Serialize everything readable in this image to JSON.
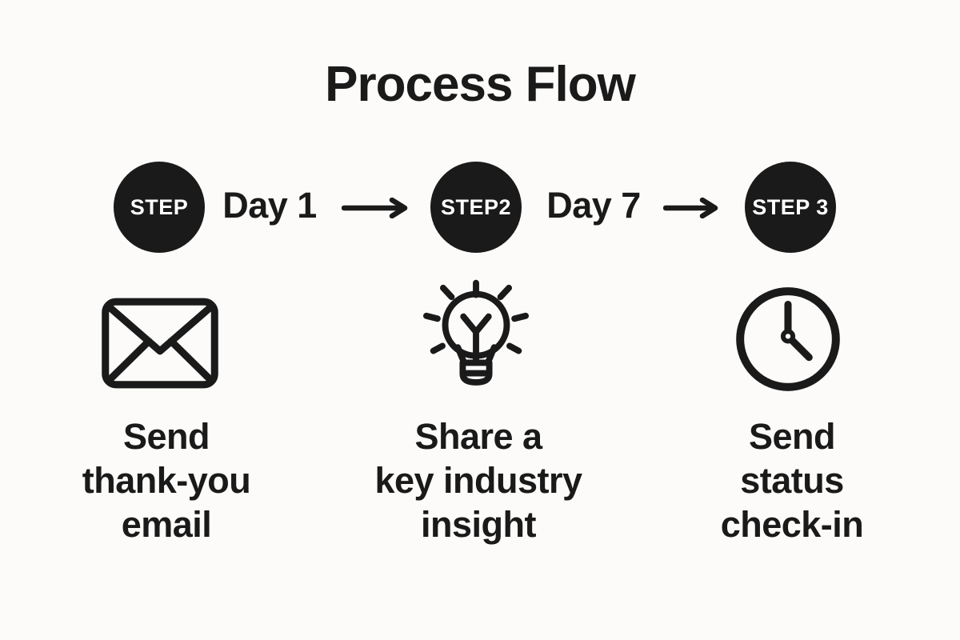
{
  "title": "Process Flow",
  "colors": {
    "background": "#fcfbf9",
    "ink": "#1a1a1a",
    "badge_bg": "#1a1a1a",
    "badge_text": "#ffffff"
  },
  "steps": [
    {
      "badge": "STEP",
      "icon": "envelope-icon",
      "caption": {
        "line1": "Send",
        "line2": "thank-you",
        "line3": "email"
      }
    },
    {
      "badge": "STEP2",
      "icon": "lightbulb-icon",
      "caption": {
        "line1": "Share a",
        "line2": "key industry",
        "line3": "insight"
      }
    },
    {
      "badge": "STEP 3",
      "icon": "clock-icon",
      "caption": {
        "line1": "Send",
        "line2": "status",
        "line3": "check-in"
      }
    }
  ],
  "connectors": [
    {
      "label": "Day 1"
    },
    {
      "label": "Day 7"
    }
  ]
}
